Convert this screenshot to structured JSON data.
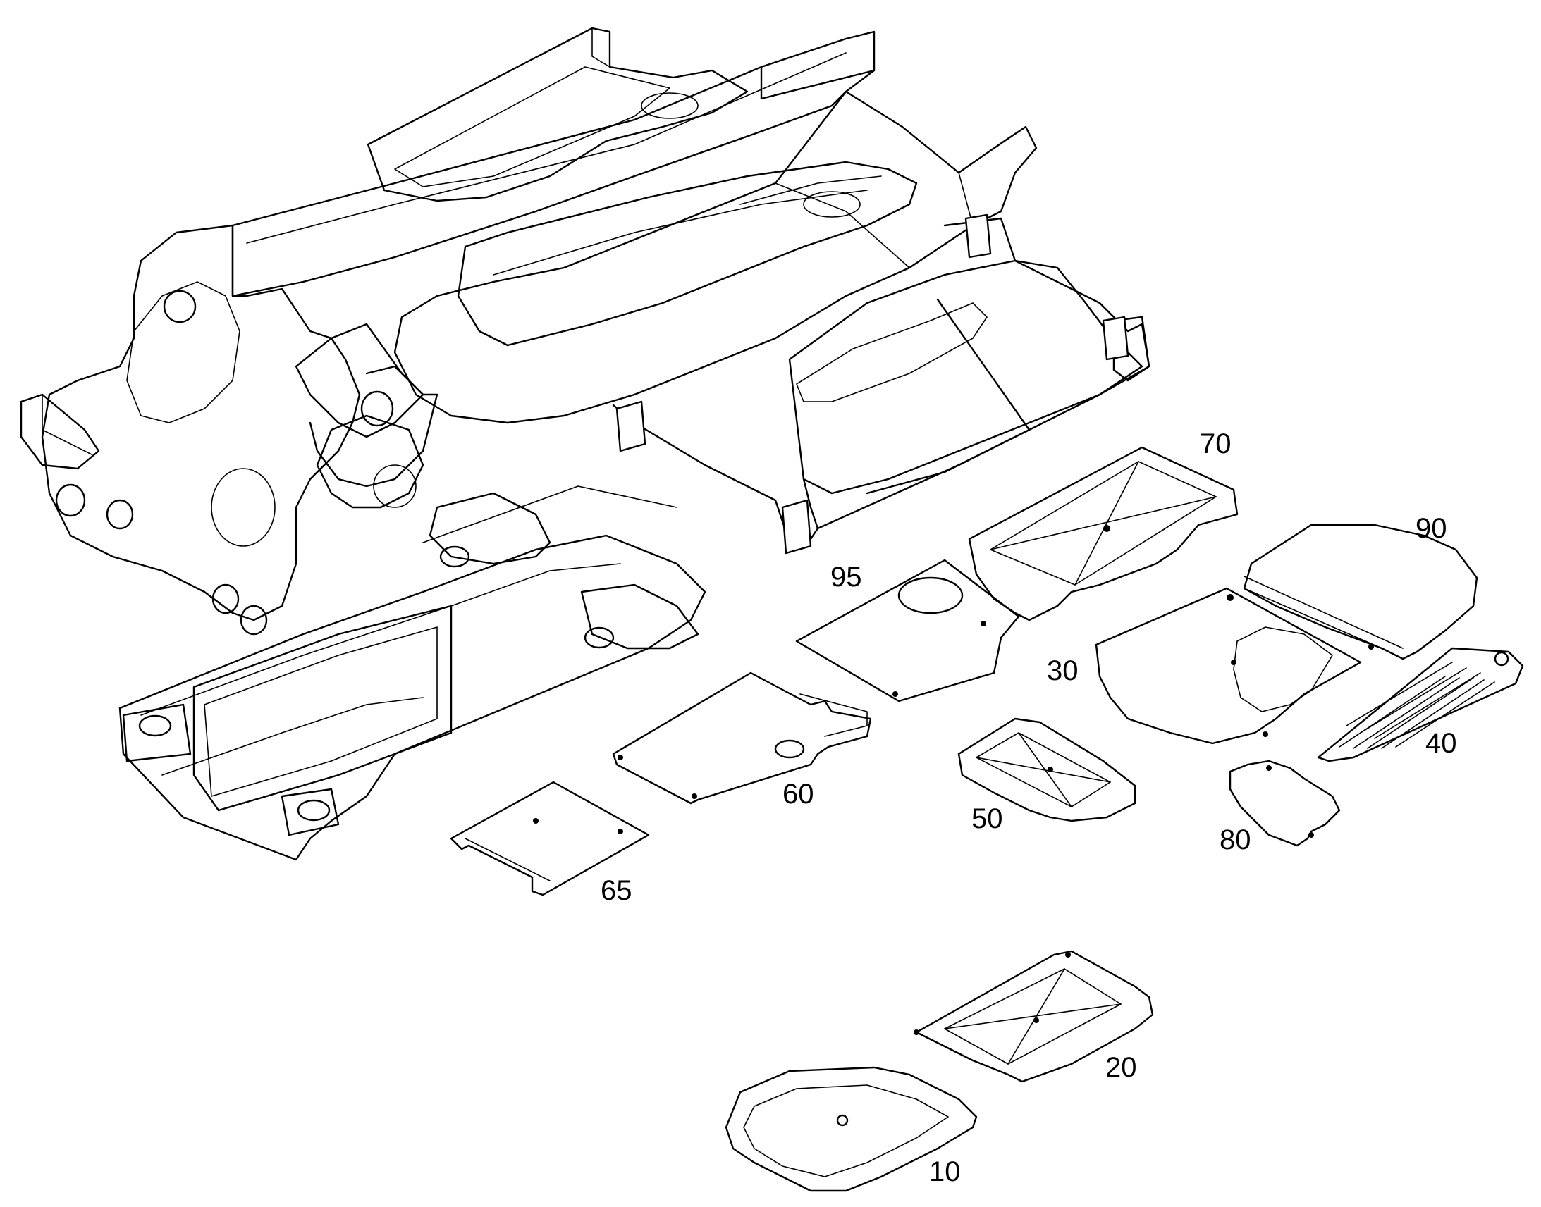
{
  "callouts": {
    "p10": "10",
    "p20": "20",
    "p30": "30",
    "p40": "40",
    "p50": "50",
    "p60": "60",
    "p65": "65",
    "p70": "70",
    "p80": "80",
    "p90": "90",
    "p95": "95"
  }
}
